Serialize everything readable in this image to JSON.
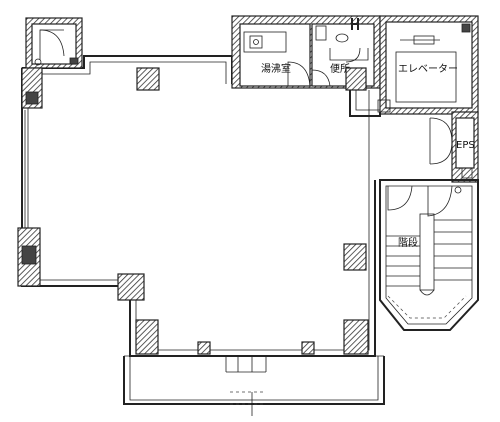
{
  "labels": {
    "kitchenette": "湯沸室",
    "toilet": "便所",
    "elevator": "エレベーター",
    "eps": "EPS",
    "stairs": "階段"
  }
}
